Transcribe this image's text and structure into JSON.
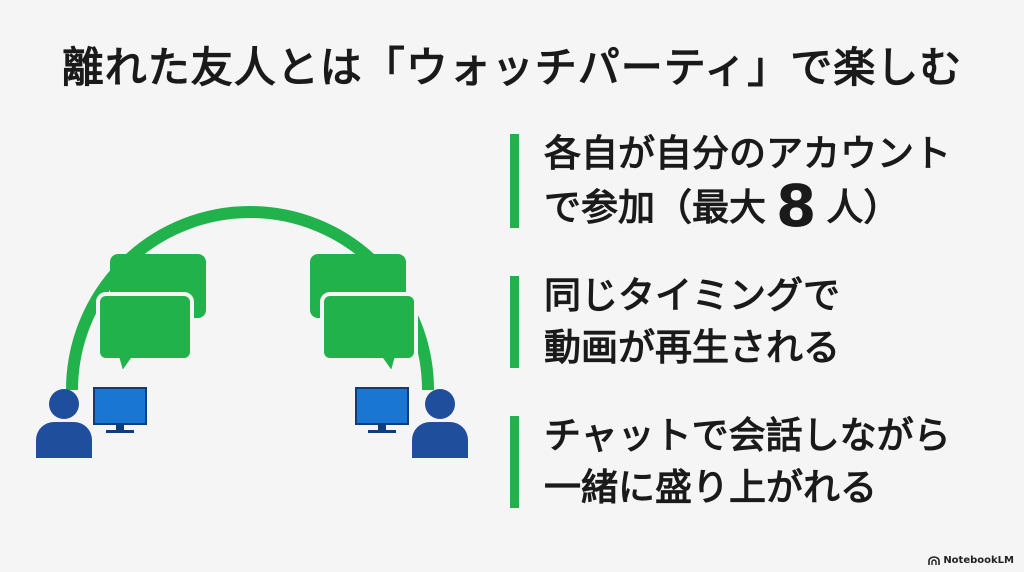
{
  "title": "離れた友人とは「ウォッチパーティ」で楽しむ",
  "points": [
    {
      "lines": [
        "各自が自分のアカウント"
      ],
      "line2_prefix": "で参加（最大",
      "line2_number": "8",
      "line2_suffix": "人）"
    },
    {
      "lines": [
        "同じタイミングで",
        "動画が再生される"
      ]
    },
    {
      "lines": [
        "チャットで会話しながら",
        "一緒に盛り上がれる"
      ]
    }
  ],
  "brand": {
    "label": "NotebookLM",
    "icon": "notebooklm-icon"
  },
  "colors": {
    "accent": "#22b24c",
    "person": "#1f4e9c",
    "monitor": "#1976d2",
    "background": "#f5f5f5"
  }
}
